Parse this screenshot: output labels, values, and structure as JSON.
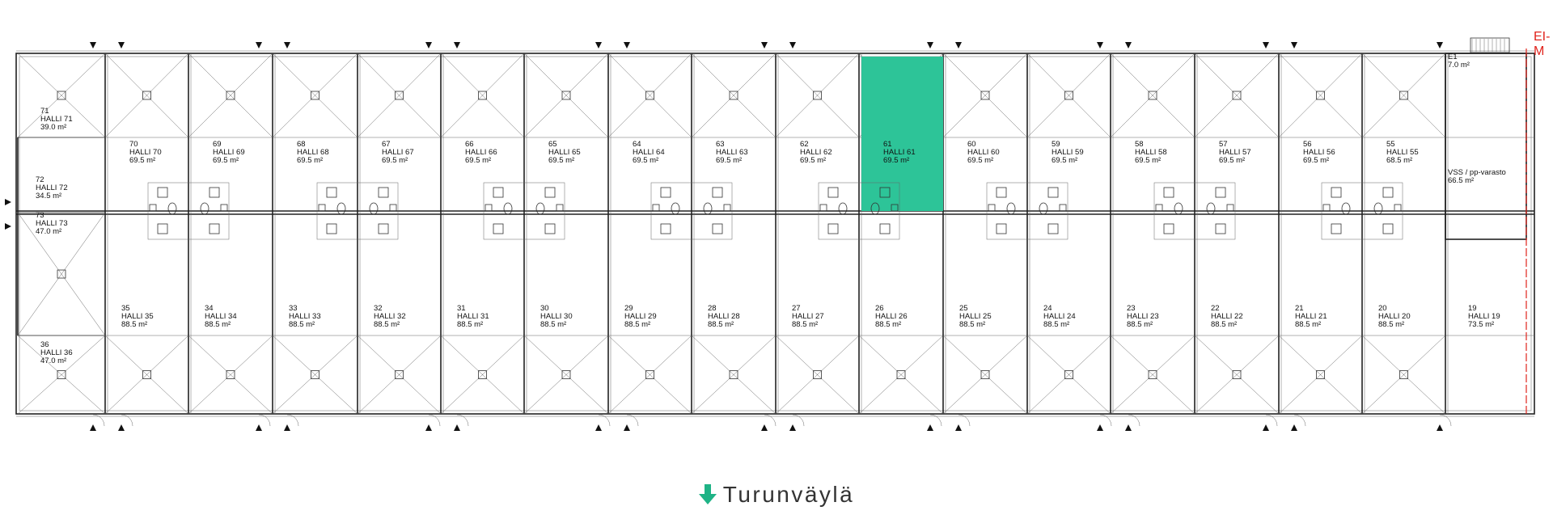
{
  "direction": {
    "label": "Turunväylä",
    "icon": "arrow-down-icon",
    "icon_color": "#1fb386"
  },
  "corner_label": "EI-M",
  "highlight_color": "#2dc498",
  "highlighted_unit": "61",
  "units_top": [
    {
      "no": "70",
      "name": "HALLI 70",
      "area": "69.5 m²"
    },
    {
      "no": "69",
      "name": "HALLI 69",
      "area": "69.5 m²"
    },
    {
      "no": "68",
      "name": "HALLI 68",
      "area": "69.5 m²"
    },
    {
      "no": "67",
      "name": "HALLI 67",
      "area": "69.5 m²"
    },
    {
      "no": "66",
      "name": "HALLI 66",
      "area": "69.5 m²"
    },
    {
      "no": "65",
      "name": "HALLI 65",
      "area": "69.5 m²"
    },
    {
      "no": "64",
      "name": "HALLI 64",
      "area": "69.5 m²"
    },
    {
      "no": "63",
      "name": "HALLI 63",
      "area": "69.5 m²"
    },
    {
      "no": "62",
      "name": "HALLI 62",
      "area": "69.5 m²"
    },
    {
      "no": "61",
      "name": "HALLI 61",
      "area": "69.5 m²"
    },
    {
      "no": "60",
      "name": "HALLI 60",
      "area": "69.5 m²"
    },
    {
      "no": "59",
      "name": "HALLI 59",
      "area": "69.5 m²"
    },
    {
      "no": "58",
      "name": "HALLI 58",
      "area": "69.5 m²"
    },
    {
      "no": "57",
      "name": "HALLI 57",
      "area": "69.5 m²"
    },
    {
      "no": "56",
      "name": "HALLI 56",
      "area": "69.5 m²"
    },
    {
      "no": "55",
      "name": "HALLI 55",
      "area": "68.5 m²"
    }
  ],
  "units_bottom": [
    {
      "no": "35",
      "name": "HALLI 35",
      "area": "88.5 m²"
    },
    {
      "no": "34",
      "name": "HALLI 34",
      "area": "88.5 m²"
    },
    {
      "no": "33",
      "name": "HALLI 33",
      "area": "88.5 m²"
    },
    {
      "no": "32",
      "name": "HALLI 32",
      "area": "88.5 m²"
    },
    {
      "no": "31",
      "name": "HALLI 31",
      "area": "88.5 m²"
    },
    {
      "no": "30",
      "name": "HALLI 30",
      "area": "88.5 m²"
    },
    {
      "no": "29",
      "name": "HALLI 29",
      "area": "88.5 m²"
    },
    {
      "no": "28",
      "name": "HALLI 28",
      "area": "88.5 m²"
    },
    {
      "no": "27",
      "name": "HALLI 27",
      "area": "88.5 m²"
    },
    {
      "no": "26",
      "name": "HALLI 26",
      "area": "88.5 m²"
    },
    {
      "no": "25",
      "name": "HALLI 25",
      "area": "88.5 m²"
    },
    {
      "no": "24",
      "name": "HALLI 24",
      "area": "88.5 m²"
    },
    {
      "no": "23",
      "name": "HALLI 23",
      "area": "88.5 m²"
    },
    {
      "no": "22",
      "name": "HALLI 22",
      "area": "88.5 m²"
    },
    {
      "no": "21",
      "name": "HALLI 21",
      "area": "88.5 m²"
    },
    {
      "no": "20",
      "name": "HALLI 20",
      "area": "88.5 m²"
    }
  ],
  "units_left": [
    {
      "no": "71",
      "name": "HALLI 71",
      "area": "39.0 m²"
    },
    {
      "no": "72",
      "name": "HALLI 72",
      "area": "34.5 m²"
    },
    {
      "no": "73",
      "name": "HALLI 73",
      "area": "47.0 m²"
    },
    {
      "no": "36",
      "name": "HALLI 36",
      "area": "47.0 m²"
    }
  ],
  "units_right": [
    {
      "no": "E1",
      "name": "",
      "area": "7.0 m²"
    },
    {
      "no": "",
      "name": "VSS / pp-varasto",
      "area": "66.5 m²"
    },
    {
      "no": "19",
      "name": "HALLI 19",
      "area": "73.5 m²"
    }
  ]
}
